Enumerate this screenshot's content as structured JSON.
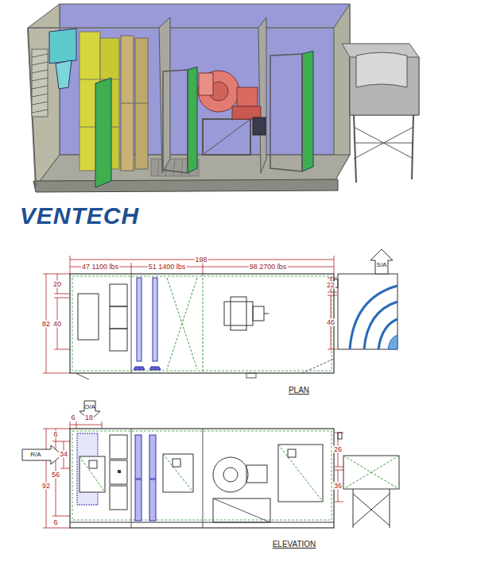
{
  "diagram": {
    "labels": [
      "VENTECH",
      "198",
      "47 1100 lbs",
      "51 1400 lbs",
      "98 2700 lbs",
      "20",
      "82",
      "40",
      "22",
      "46",
      "S/A",
      "PLAN",
      "O/A",
      "6",
      "18",
      "R/A",
      "92",
      "56",
      "34",
      "6",
      "6",
      "26",
      "36",
      "ELEVATION"
    ]
  }
}
